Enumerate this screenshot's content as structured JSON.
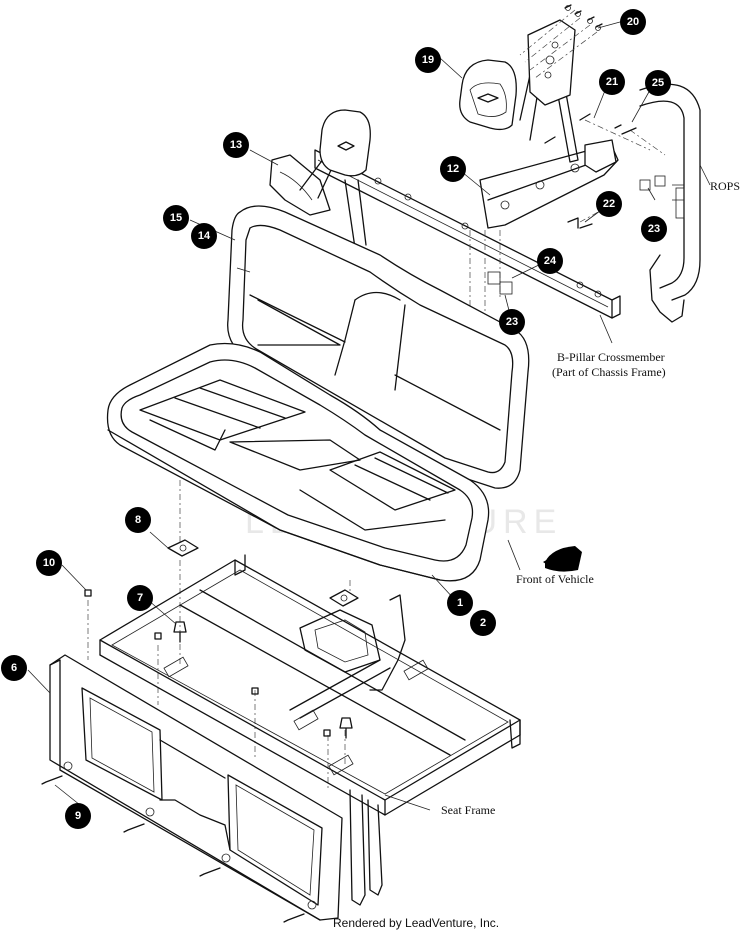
{
  "callouts": [
    "1",
    "2",
    "6",
    "7",
    "8",
    "9",
    "10",
    "12",
    "13",
    "14",
    "15",
    "19",
    "20",
    "21",
    "22",
    "23",
    "23",
    "24",
    "25"
  ],
  "labels": {
    "rops": "ROPS",
    "b_pillar": "B-Pillar Crossmember",
    "b_pillar_sub": "(Part of Chassis Frame)",
    "front": "Front of Vehicle",
    "seat_frame": "Seat Frame"
  },
  "credit": "Rendered by LeadVenture, Inc.",
  "watermark": "LEADVENTURE"
}
